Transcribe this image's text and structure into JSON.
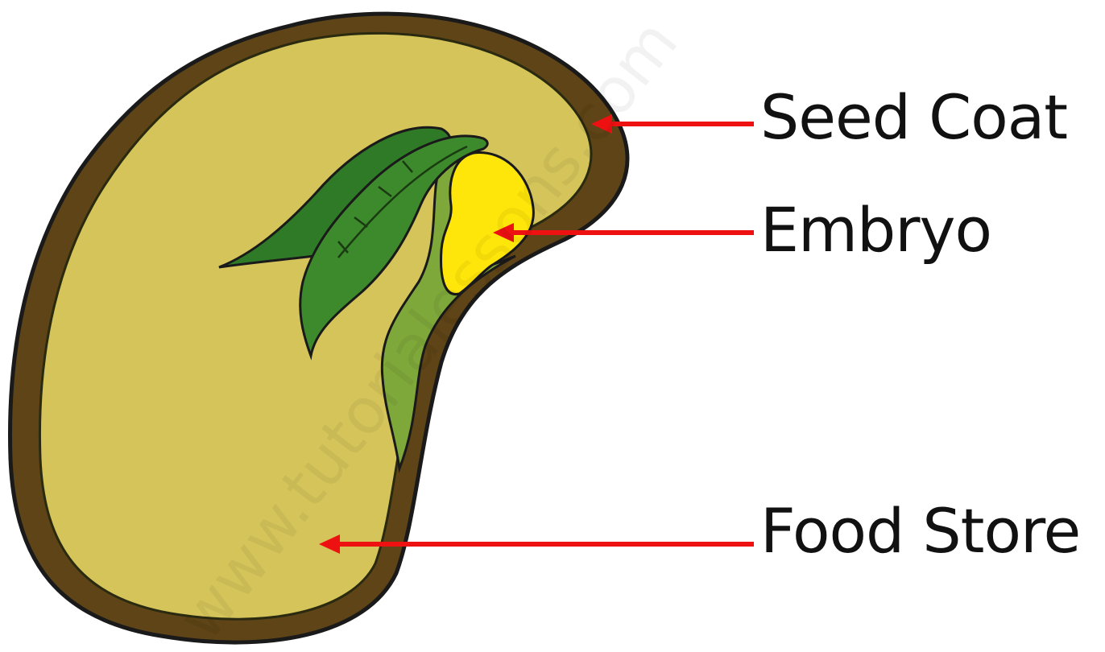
{
  "labels": {
    "seed_coat": "Seed Coat",
    "embryo": "Embryo",
    "food_store": "Food Store"
  },
  "colors": {
    "seed_coat": "#5e4416",
    "food_store": "#d4c45a",
    "embryo": "#ffe60a",
    "leaf_dark": "#2e7a26",
    "leaf_light": "#7fa83a",
    "arrow": "#ee1111",
    "outline": "#1a1a1a"
  },
  "watermark": "www.tutorialessons.com"
}
